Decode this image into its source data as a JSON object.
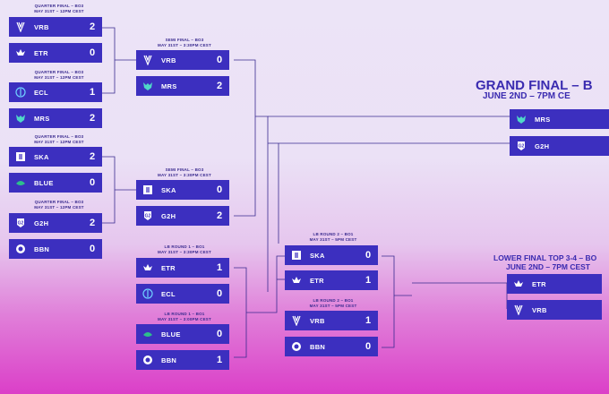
{
  "headers": {
    "qf": "QUARTER FINAL – BO3",
    "qf_date": "MAY 31ST – 12PM CEST",
    "sf": "SEMI FINAL – BO3",
    "sf_date": "MAY 31ST – 3:30PM CEST",
    "lb1": "LB ROUND 1 – BO1",
    "lb1_date": "MAY 31ST – 3:30PM CEST",
    "lb1b_date": "MAY 31ST – 3:00PM CEST",
    "lb2": "LB ROUND 2 – BO1",
    "lb2_date": "MAY 31ST – 5PM CEST"
  },
  "grand_final": {
    "title": "GRAND FINAL – B",
    "date": "JUNE 2ND – 7PM CE",
    "teams": [
      {
        "name": "MRS",
        "logo": "mrs-logo"
      },
      {
        "name": "G2H",
        "logo": "g2h-logo"
      }
    ]
  },
  "lower_final": {
    "title": "LOWER FINAL TOP 3-4 – BO",
    "date": "JUNE 2ND – 7PM CEST",
    "teams": [
      {
        "name": "ETR",
        "logo": "etr-logo"
      },
      {
        "name": "VRB",
        "logo": "vrb-logo"
      }
    ]
  },
  "matches": {
    "qf1": [
      {
        "name": "VRB",
        "score": "2"
      },
      {
        "name": "ETR",
        "score": "0"
      }
    ],
    "qf2": [
      {
        "name": "ECL",
        "score": "1"
      },
      {
        "name": "MRS",
        "score": "2"
      }
    ],
    "qf3": [
      {
        "name": "SKA",
        "score": "2"
      },
      {
        "name": "BLUE",
        "score": "0"
      }
    ],
    "qf4": [
      {
        "name": "G2H",
        "score": "2"
      },
      {
        "name": "BBN",
        "score": "0"
      }
    ],
    "sf1": [
      {
        "name": "VRB",
        "score": "0"
      },
      {
        "name": "MRS",
        "score": "2"
      }
    ],
    "sf2": [
      {
        "name": "SKA",
        "score": "0"
      },
      {
        "name": "G2H",
        "score": "2"
      }
    ],
    "lb1a": [
      {
        "name": "ETR",
        "score": "1"
      },
      {
        "name": "ECL",
        "score": "0"
      }
    ],
    "lb1b": [
      {
        "name": "BLUE",
        "score": "0"
      },
      {
        "name": "BBN",
        "score": "1"
      }
    ],
    "lb2a": [
      {
        "name": "SKA",
        "score": "0"
      },
      {
        "name": "ETR",
        "score": "1"
      }
    ],
    "lb2b": [
      {
        "name": "VRB",
        "score": "1"
      },
      {
        "name": "BBN",
        "score": "0"
      }
    ]
  },
  "colors": {
    "cell": "#3c2fbf",
    "text": "#3a2bb0",
    "line": "#3a2b8f"
  }
}
